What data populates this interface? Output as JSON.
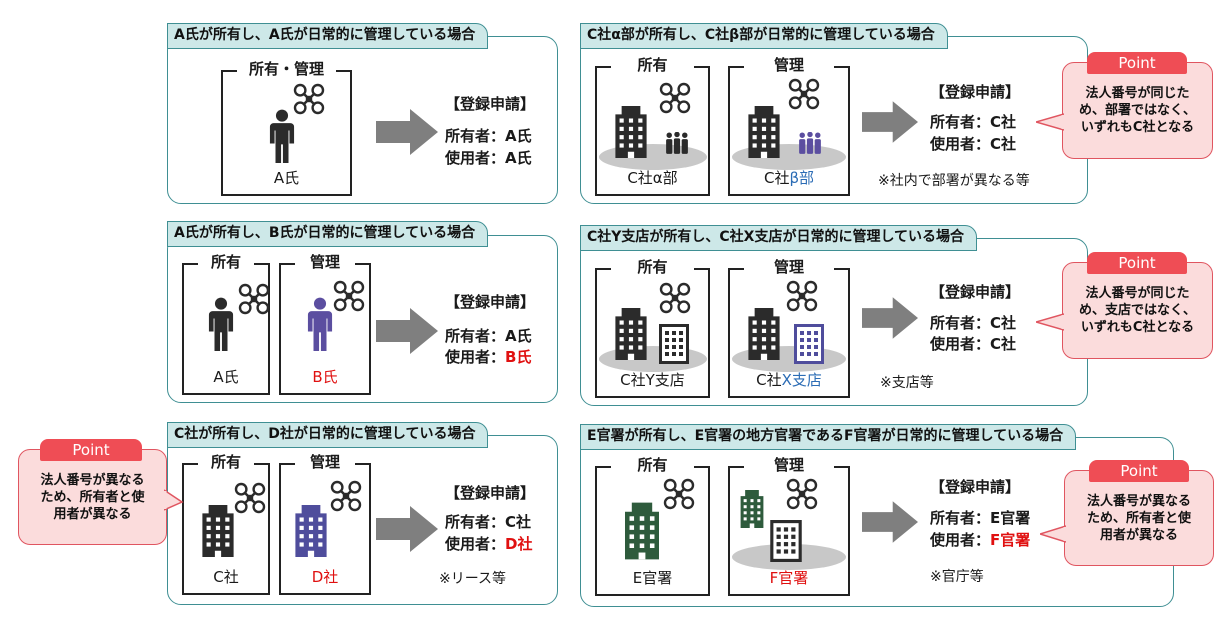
{
  "colors": {
    "teal_border": "#3f8f93",
    "tab_fill": "#cde8e8",
    "point_fill": "#fbdcdc",
    "point_border": "#e05560",
    "point_tab": "#ef4d55",
    "highlight_red": "#e01010",
    "highlight_blue": "#2b6cb5",
    "person_dark": "#2b2b2b",
    "person_purple": "#5b4ea0",
    "building_dark": "#2b2b2b",
    "building_purple": "#4f4d9c",
    "building_green": "#2e5b3c",
    "drone": "#2b2b2b"
  },
  "panel1": {
    "title": "A氏が所有し、A氏が日常的に管理している場合",
    "box_label": "所有・管理",
    "owner_name": "A氏",
    "reg_head": "【登録申請】",
    "reg_owner": "所有者：A氏",
    "reg_user": "使用者：A氏"
  },
  "panel2": {
    "title": "A氏が所有し、B氏が日常的に管理している場合",
    "own_label": "所有",
    "mgmt_label": "管理",
    "owner_name": "A氏",
    "mgr_name": "B氏",
    "reg_head": "【登録申請】",
    "reg_owner": "所有者：A氏",
    "reg_user_prefix": "使用者：",
    "reg_user_name": "B氏"
  },
  "panel3": {
    "title": "C社が所有し、D社が日常的に管理している場合",
    "own_label": "所有",
    "mgmt_label": "管理",
    "owner_name": "C社",
    "mgr_name": "D社",
    "reg_head": "【登録申請】",
    "reg_owner": "所有者：C社",
    "reg_user_prefix": "使用者：",
    "reg_user_name": "D社",
    "note": "※リース等"
  },
  "panel4": {
    "title": "C社α部が所有し、C社β部が日常的に管理している場合",
    "own_label": "所有",
    "mgmt_label": "管理",
    "owner_name": "C社α部",
    "mgr_prefix": "C社",
    "mgr_suffix": "β部",
    "reg_head": "【登録申請】",
    "reg_owner": "所有者：C社",
    "reg_user": "使用者：C社",
    "note": "※社内で部署が異なる等"
  },
  "panel5": {
    "title": "C社Y支店が所有し、C社X支店が日常的に管理している場合",
    "own_label": "所有",
    "mgmt_label": "管理",
    "owner_name": "C社Y支店",
    "mgr_prefix": "C社",
    "mgr_suffix": "X支店",
    "reg_head": "【登録申請】",
    "reg_owner": "所有者：C社",
    "reg_user": "使用者：C社",
    "note": "※支店等"
  },
  "panel6": {
    "title": "E官署が所有し、E官署の地方官署であるF官署が日常的に管理している場合",
    "own_label": "所有",
    "mgmt_label": "管理",
    "owner_name": "E官署",
    "mgr_name": "F官署",
    "reg_head": "【登録申請】",
    "reg_owner": "所有者：E官署",
    "reg_user_prefix": "使用者：",
    "reg_user_name": "F官署",
    "note": "※官庁等"
  },
  "points": {
    "left": {
      "tab": "Point",
      "line1": "法人番号が異なる",
      "line2": "ため、所有者と使",
      "line3": "用者が異なる"
    },
    "r1": {
      "tab": "Point",
      "line1": "法人番号が同じた",
      "line2": "め、部署ではなく、",
      "line3": "いずれもC社となる"
    },
    "r2": {
      "tab": "Point",
      "line1": "法人番号が同じた",
      "line2": "め、支店ではなく、",
      "line3": "いずれもC社となる"
    },
    "r3": {
      "tab": "Point",
      "line1": "法人番号が異なる",
      "line2": "ため、所有者と使",
      "line3": "用者が異なる"
    }
  }
}
